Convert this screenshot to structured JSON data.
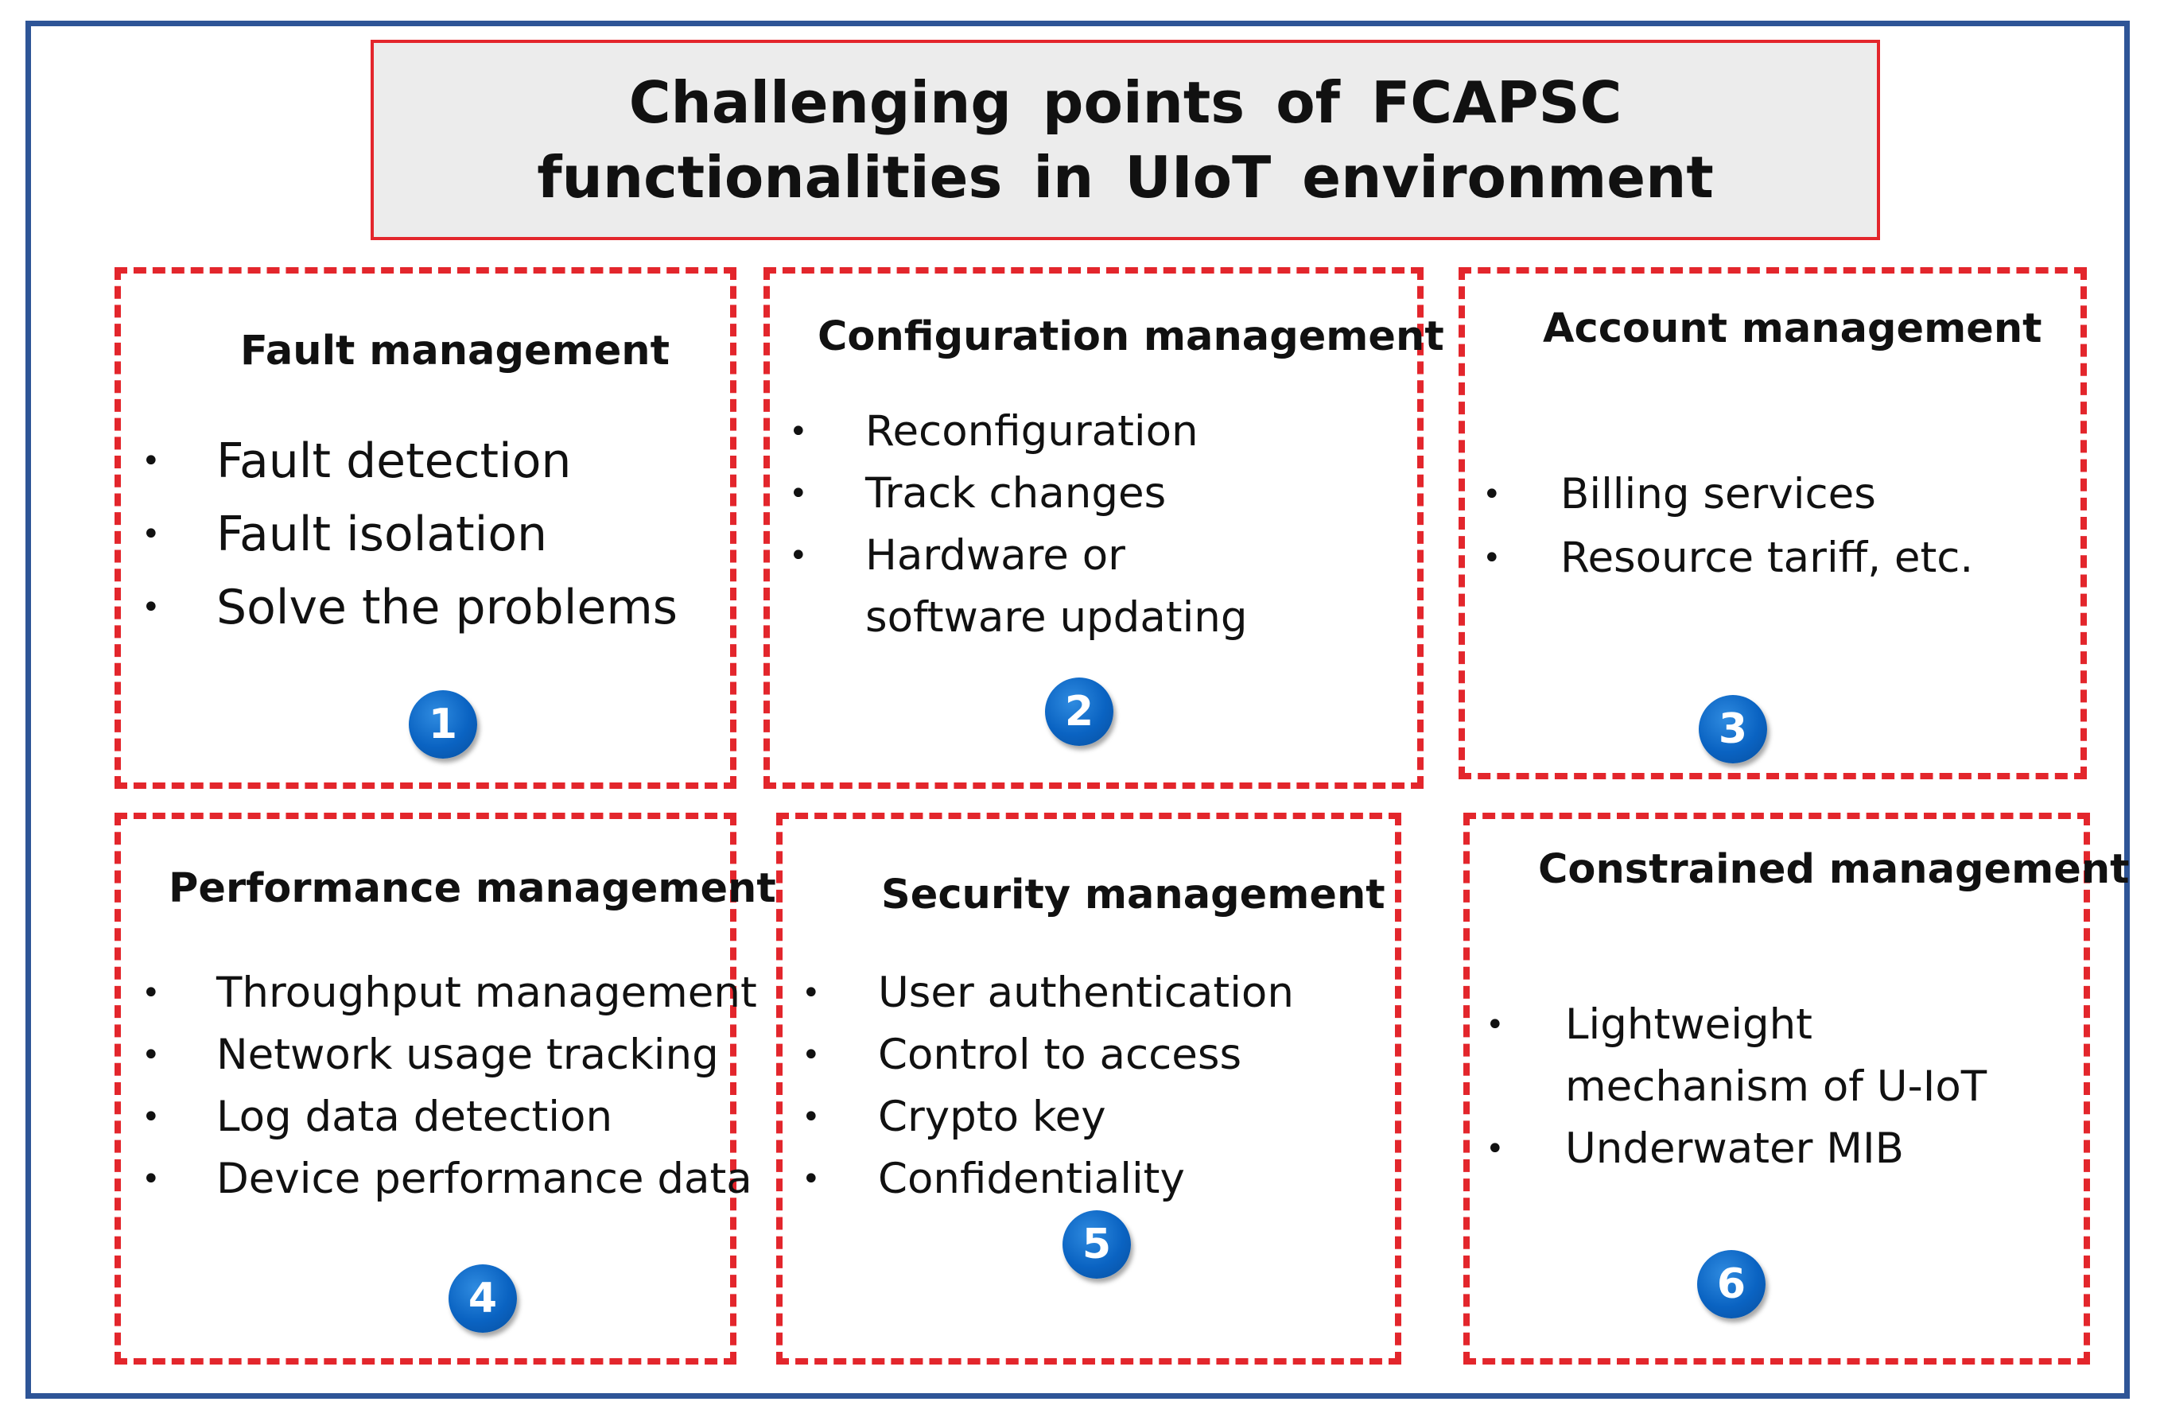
{
  "title": "Challenging points of FCAPSC functionalities in UIoT environment",
  "colors": {
    "frame": "#2E5597",
    "dashed_border": "#e3262c",
    "title_background": "#ececec",
    "badge": "#0a63c2"
  },
  "bullet_glyph": "•",
  "panels": [
    {
      "title": "Fault management",
      "items": [
        "Fault detection",
        "Fault isolation",
        "Solve the problems"
      ],
      "number": "1"
    },
    {
      "title": "Configuration management",
      "items": [
        "Reconfiguration",
        "Track changes",
        "Hardware or software updating"
      ],
      "number": "2"
    },
    {
      "title": "Account management",
      "items": [
        "Billing services",
        "Resource tariff, etc."
      ],
      "number": "3"
    },
    {
      "title": "Performance management",
      "items": [
        "Throughput management",
        "Network usage tracking",
        "Log data detection",
        "Device performance data"
      ],
      "number": "4"
    },
    {
      "title": "Security management",
      "items": [
        "User authentication",
        "Control to access",
        "Crypto key",
        "Confidentiality"
      ],
      "number": "5"
    },
    {
      "title": "Constrained management",
      "items": [
        "Lightweight mechanism of U-IoT",
        "Underwater MIB"
      ],
      "number": "6"
    }
  ]
}
